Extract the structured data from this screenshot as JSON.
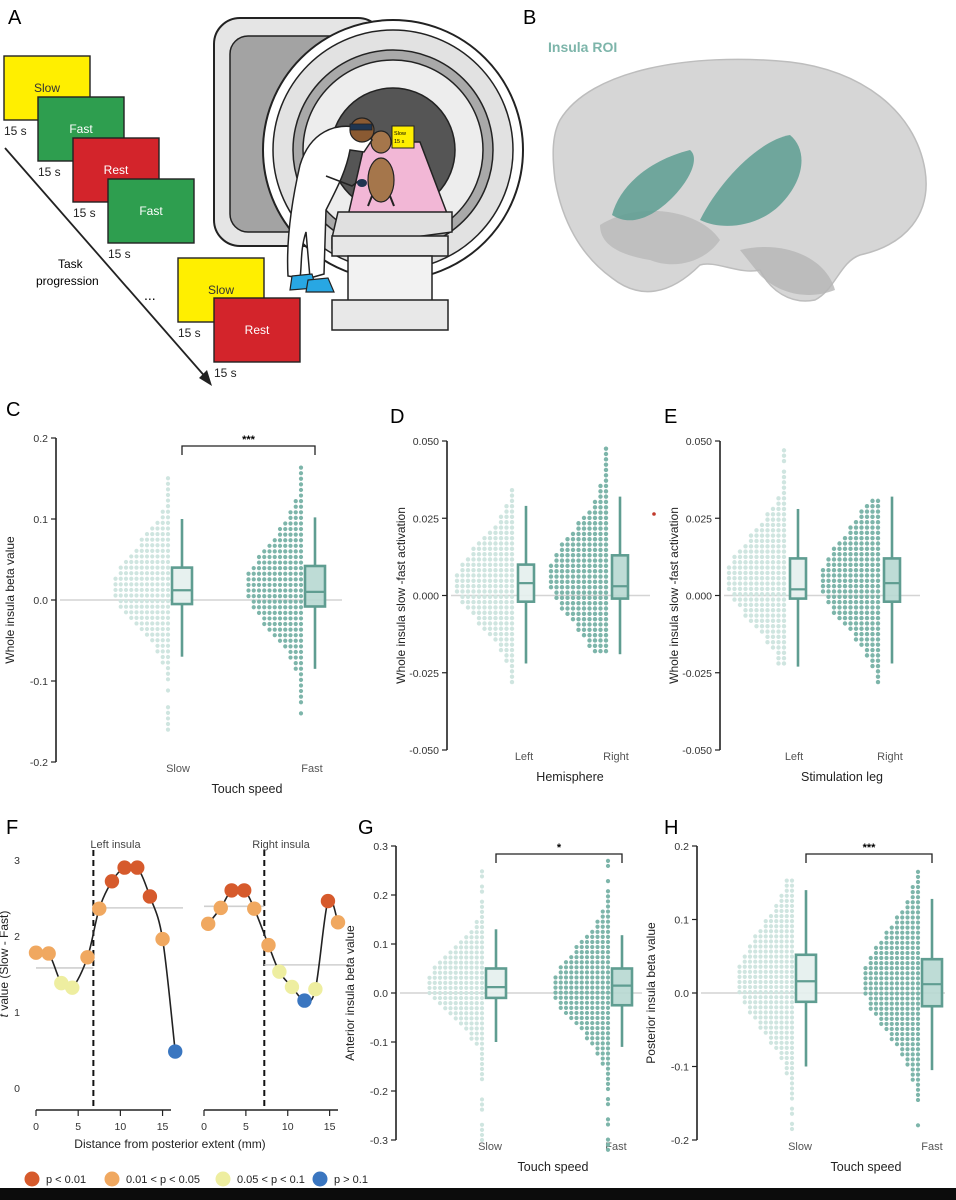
{
  "colors": {
    "teal": "#7db5aa",
    "teal_light": "#cfe5e0",
    "teal_dark": "#5f9d91",
    "slow_block": "#ffef00",
    "fast_block": "#2e9e4f",
    "rest_block": "#d3242b",
    "p_lt_001": "#d65a2c",
    "p_001_005": "#f0a860",
    "p_005_01": "#eeeea0",
    "p_gt_01": "#3a76c0"
  },
  "panel_a": {
    "letter": "A",
    "blocks": [
      {
        "label": "Slow",
        "kind": "slow",
        "duration": "15 s"
      },
      {
        "label": "Fast",
        "kind": "fast",
        "duration": "15 s"
      },
      {
        "label": "Rest",
        "kind": "rest",
        "duration": "15 s"
      },
      {
        "label": "Fast",
        "kind": "fast",
        "duration": "15 s"
      },
      {
        "label": "Slow",
        "kind": "slow",
        "duration": "15 s"
      },
      {
        "label": "Rest",
        "kind": "rest",
        "duration": "15 s"
      }
    ],
    "progression_line1": "Task",
    "progression_line2": "progression",
    "ellipsis": "...",
    "screen_line1": "Slow",
    "screen_line2": "15 s"
  },
  "panel_b": {
    "letter": "B",
    "roi_label": "Insula ROI"
  },
  "legend_f": [
    {
      "label": "p < 0.01",
      "color_key": "p_lt_001"
    },
    {
      "label": "0.01 < p < 0.05",
      "color_key": "p_001_005"
    },
    {
      "label": "0.05 < p < 0.1",
      "color_key": "p_005_01"
    },
    {
      "label": "p > 0.1",
      "color_key": "p_gt_01"
    }
  ],
  "chart_data": [
    {
      "panel": "C",
      "type": "scatter",
      "ylabel": "Whole insula beta value",
      "xlabel": "Touch speed",
      "categories": [
        "Slow",
        "Fast"
      ],
      "ylim": [
        -0.2,
        0.2
      ],
      "yticks": [
        "0.2",
        "0.1",
        "0.0",
        "-0.1",
        "-0.2"
      ],
      "reference_line": 0.0,
      "significance": "***",
      "boxes": [
        {
          "name": "Slow",
          "whisker_low": -0.07,
          "q1": -0.005,
          "median": 0.012,
          "q3": 0.04,
          "whisker_high": 0.1
        },
        {
          "name": "Fast",
          "whisker_low": -0.085,
          "q1": -0.008,
          "median": 0.01,
          "q3": 0.042,
          "whisker_high": 0.102
        }
      ],
      "point_range": {
        "Slow": [
          -0.16,
          0.155
        ],
        "Fast": [
          -0.14,
          0.165
        ]
      }
    },
    {
      "panel": "D",
      "type": "scatter",
      "ylabel": "Whole insula slow -fast activation",
      "xlabel": "Hemisphere",
      "categories": [
        "Left",
        "Right"
      ],
      "ylim": [
        -0.05,
        0.05
      ],
      "yticks": [
        "0.050",
        "0.025",
        "0.000",
        "-0.025",
        "-0.050"
      ],
      "reference_line": 0.0,
      "boxes": [
        {
          "name": "Left",
          "whisker_low": -0.022,
          "q1": -0.002,
          "median": 0.004,
          "q3": 0.01,
          "whisker_high": 0.029
        },
        {
          "name": "Right",
          "whisker_low": -0.019,
          "q1": -0.001,
          "median": 0.003,
          "q3": 0.013,
          "whisker_high": 0.032
        }
      ],
      "point_range": {
        "Left": [
          -0.028,
          0.035
        ],
        "Right": [
          -0.018,
          0.048
        ]
      }
    },
    {
      "panel": "E",
      "type": "scatter",
      "ylabel": "Whole insula slow -fast activation",
      "xlabel": "Stimulation leg",
      "categories": [
        "Left",
        "Right"
      ],
      "ylim": [
        -0.05,
        0.05
      ],
      "yticks": [
        "0.050",
        "0.025",
        "0.000",
        "-0.025",
        "-0.050"
      ],
      "reference_line": 0.0,
      "boxes": [
        {
          "name": "Left",
          "whisker_low": -0.023,
          "q1": -0.001,
          "median": 0.002,
          "q3": 0.012,
          "whisker_high": 0.028
        },
        {
          "name": "Right",
          "whisker_low": -0.022,
          "q1": -0.002,
          "median": 0.004,
          "q3": 0.012,
          "whisker_high": 0.032
        }
      ],
      "point_range": {
        "Left": [
          -0.022,
          0.048
        ],
        "Right": [
          -0.028,
          0.031
        ]
      }
    },
    {
      "panel": "F",
      "type": "line",
      "ylabel_italic": "t",
      "ylabel_rest": " value (Slow - Fast)",
      "xlabel": "Distance from posterior extent (mm)",
      "ylim": [
        0,
        3
      ],
      "yticks": [
        "3",
        "2",
        "1",
        "0"
      ],
      "xticks_left": [
        "0",
        "5",
        "10",
        "15"
      ],
      "xticks_right": [
        "0",
        "5",
        "10",
        "15"
      ],
      "xlim": [
        0,
        16
      ],
      "series": [
        {
          "name": "Left insula",
          "boundary": 6.8,
          "threshold_before": 1.58,
          "threshold_after": 2.37,
          "points": [
            {
              "x": 0,
              "y": 1.78,
              "p": "p_001_005"
            },
            {
              "x": 1.5,
              "y": 1.77,
              "p": "p_001_005"
            },
            {
              "x": 3,
              "y": 1.38,
              "p": "p_005_01"
            },
            {
              "x": 4.3,
              "y": 1.32,
              "p": "p_005_01"
            },
            {
              "x": 6.1,
              "y": 1.72,
              "p": "p_001_005"
            },
            {
              "x": 7.5,
              "y": 2.36,
              "p": "p_001_005"
            },
            {
              "x": 9,
              "y": 2.72,
              "p": "p_lt_001"
            },
            {
              "x": 10.5,
              "y": 2.9,
              "p": "p_lt_001"
            },
            {
              "x": 12,
              "y": 2.9,
              "p": "p_lt_001"
            },
            {
              "x": 13.5,
              "y": 2.52,
              "p": "p_lt_001"
            },
            {
              "x": 15,
              "y": 1.96,
              "p": "p_001_005"
            },
            {
              "x": 16.5,
              "y": 0.48,
              "p": "p_gt_01"
            }
          ]
        },
        {
          "name": "Right insula",
          "boundary": 7.2,
          "threshold_before": 2.39,
          "threshold_after": 1.62,
          "points": [
            {
              "x": 0.5,
              "y": 2.16,
              "p": "p_001_005"
            },
            {
              "x": 2,
              "y": 2.37,
              "p": "p_001_005"
            },
            {
              "x": 3.3,
              "y": 2.6,
              "p": "p_lt_001"
            },
            {
              "x": 4.8,
              "y": 2.6,
              "p": "p_lt_001"
            },
            {
              "x": 6,
              "y": 2.36,
              "p": "p_001_005"
            },
            {
              "x": 7.7,
              "y": 1.88,
              "p": "p_001_005"
            },
            {
              "x": 9,
              "y": 1.53,
              "p": "p_005_01"
            },
            {
              "x": 10.5,
              "y": 1.33,
              "p": "p_005_01"
            },
            {
              "x": 12,
              "y": 1.15,
              "p": "p_gt_01"
            },
            {
              "x": 13.3,
              "y": 1.3,
              "p": "p_005_01"
            },
            {
              "x": 14.8,
              "y": 2.46,
              "p": "p_lt_001"
            },
            {
              "x": 16,
              "y": 2.18,
              "p": "p_001_005"
            }
          ]
        }
      ]
    },
    {
      "panel": "G",
      "type": "scatter",
      "ylabel": "Anterior insula beta value",
      "xlabel": "Touch speed",
      "categories": [
        "Slow",
        "Fast"
      ],
      "ylim": [
        -0.3,
        0.3
      ],
      "yticks": [
        "0.3",
        "0.2",
        "0.1",
        "0.0",
        "-0.1",
        "-0.2",
        "-0.3"
      ],
      "reference_line": 0.0,
      "significance": "*",
      "boxes": [
        {
          "name": "Slow",
          "whisker_low": -0.1,
          "q1": -0.01,
          "median": 0.012,
          "q3": 0.05,
          "whisker_high": 0.13
        },
        {
          "name": "Fast",
          "whisker_low": -0.11,
          "q1": -0.025,
          "median": 0.015,
          "q3": 0.05,
          "whisker_high": 0.118
        }
      ],
      "point_range": {
        "Slow": [
          -0.3,
          0.265
        ],
        "Fast": [
          -0.32,
          0.275
        ]
      }
    },
    {
      "panel": "H",
      "type": "scatter",
      "ylabel": "Posterior insula beta value",
      "xlabel": "Touch speed",
      "categories": [
        "Slow",
        "Fast"
      ],
      "ylim": [
        -0.2,
        0.2
      ],
      "yticks": [
        "0.2",
        "0.1",
        "0.0",
        "-0.1",
        "-0.2"
      ],
      "reference_line": 0.0,
      "significance": "***",
      "boxes": [
        {
          "name": "Slow",
          "whisker_low": -0.1,
          "q1": -0.012,
          "median": 0.016,
          "q3": 0.052,
          "whisker_high": 0.14
        },
        {
          "name": "Fast",
          "whisker_low": -0.105,
          "q1": -0.018,
          "median": 0.012,
          "q3": 0.046,
          "whisker_high": 0.128
        }
      ],
      "point_range": {
        "Slow": [
          -0.185,
          0.155
        ],
        "Fast": [
          -0.18,
          0.165
        ]
      }
    }
  ]
}
